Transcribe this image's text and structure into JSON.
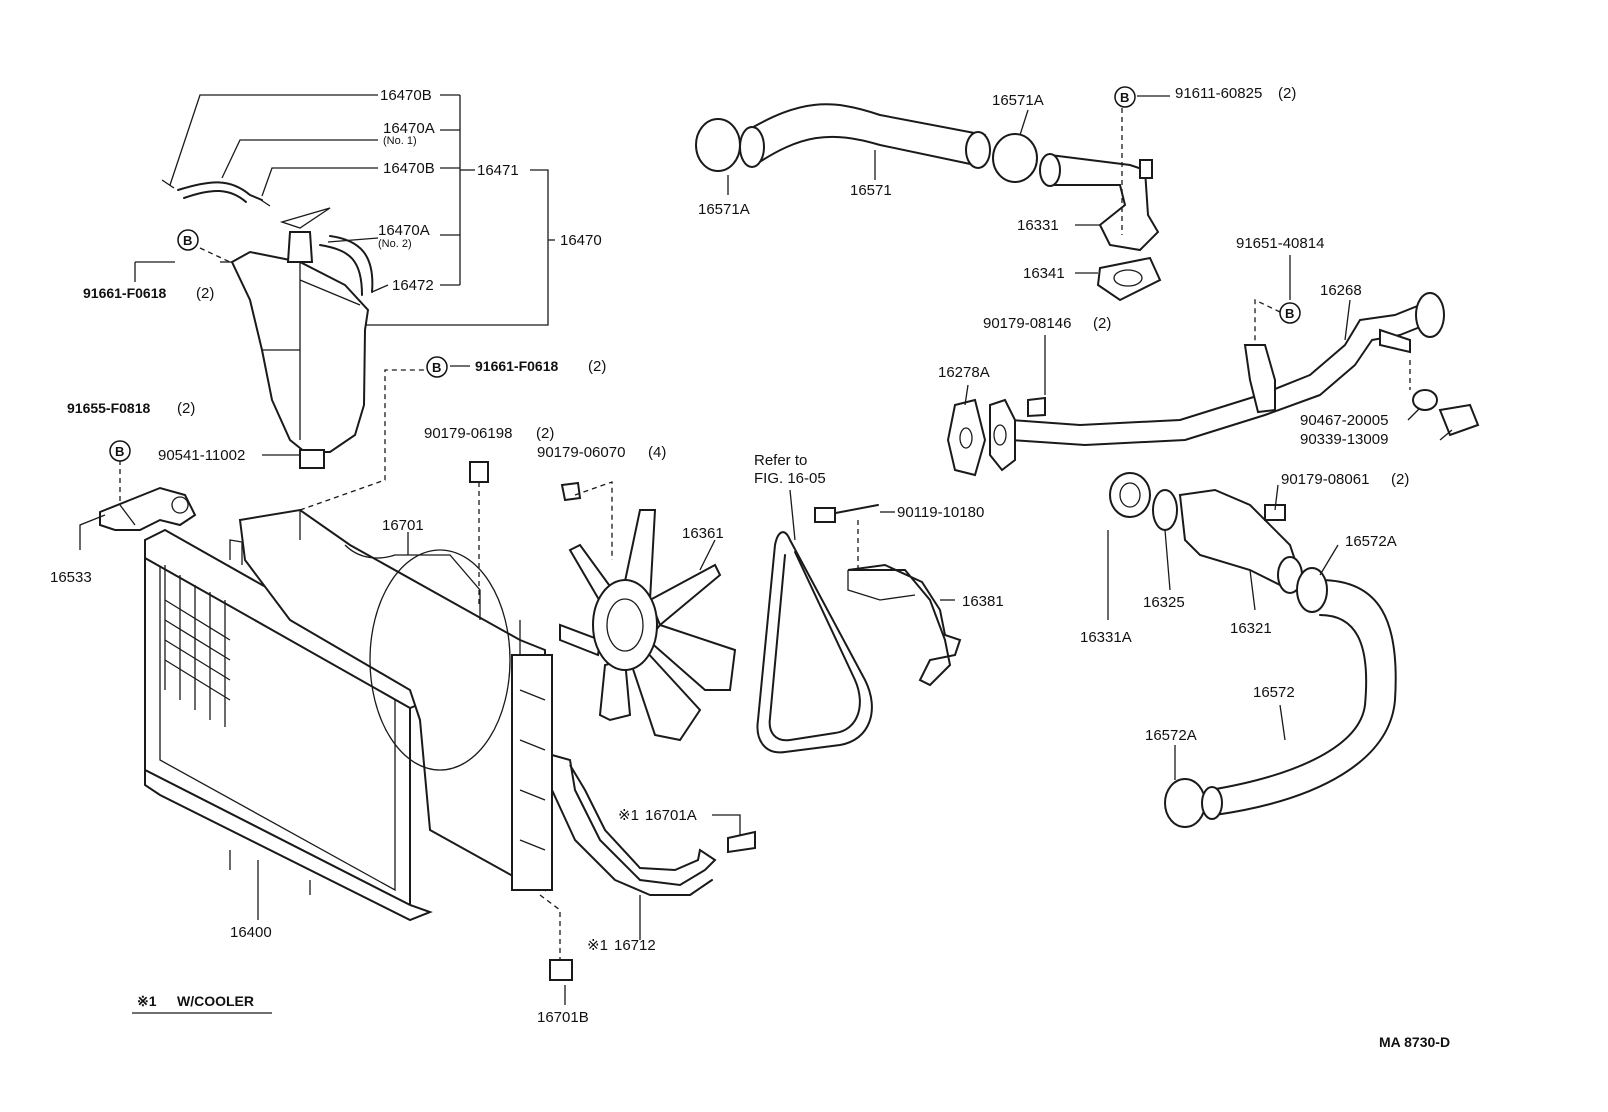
{
  "diagram": {
    "figure_code": "MA 8730-D",
    "legend": {
      "symbol": "※1",
      "text": "W/COOLER"
    },
    "reference_note": {
      "line1": "Refer to",
      "line2": "FIG. 16-05"
    },
    "bolt_marker": "B",
    "parts": {
      "p16470B_top": "16470B",
      "p16470A_no1": "16470A",
      "p16470A_no1_note": "(No. 1)",
      "p16470B_mid": "16470B",
      "p16471": "16471",
      "p16470A_no2": "16470A",
      "p16470A_no2_note": "(No. 2)",
      "p16472": "16472",
      "p16470": "16470",
      "p91661_left": "91661-F0618",
      "p91661_left_qty": "(2)",
      "p91661_right": "91661-F0618",
      "p91661_right_qty": "(2)",
      "p91655": "91655-F0818",
      "p91655_qty": "(2)",
      "p90541": "90541-11002",
      "p16533": "16533",
      "p90179_06198": "90179-06198",
      "p90179_06198_qty": "(2)",
      "p90179_06070": "90179-06070",
      "p90179_06070_qty": "(4)",
      "p16701": "16701",
      "p16361": "16361",
      "p16400": "16400",
      "p16701A": "16701A",
      "p16712": "16712",
      "p16701B": "16701B",
      "p90119": "90119-10180",
      "p16381": "16381",
      "p16571A_left": "16571A",
      "p16571": "16571",
      "p16571A_right": "16571A",
      "p91611": "91611-60825",
      "p91611_qty": "(2)",
      "p16331": "16331",
      "p16341": "16341",
      "p91651": "91651-40814",
      "p16268": "16268",
      "p90179_08146": "90179-08146",
      "p90179_08146_qty": "(2)",
      "p16278A": "16278A",
      "p90467": "90467-20005",
      "p90339": "90339-13009",
      "p90179_08061": "90179-08061",
      "p90179_08061_qty": "(2)",
      "p16572A_top": "16572A",
      "p16331A": "16331A",
      "p16325": "16325",
      "p16321": "16321",
      "p16572": "16572",
      "p16572A_bottom": "16572A"
    }
  }
}
